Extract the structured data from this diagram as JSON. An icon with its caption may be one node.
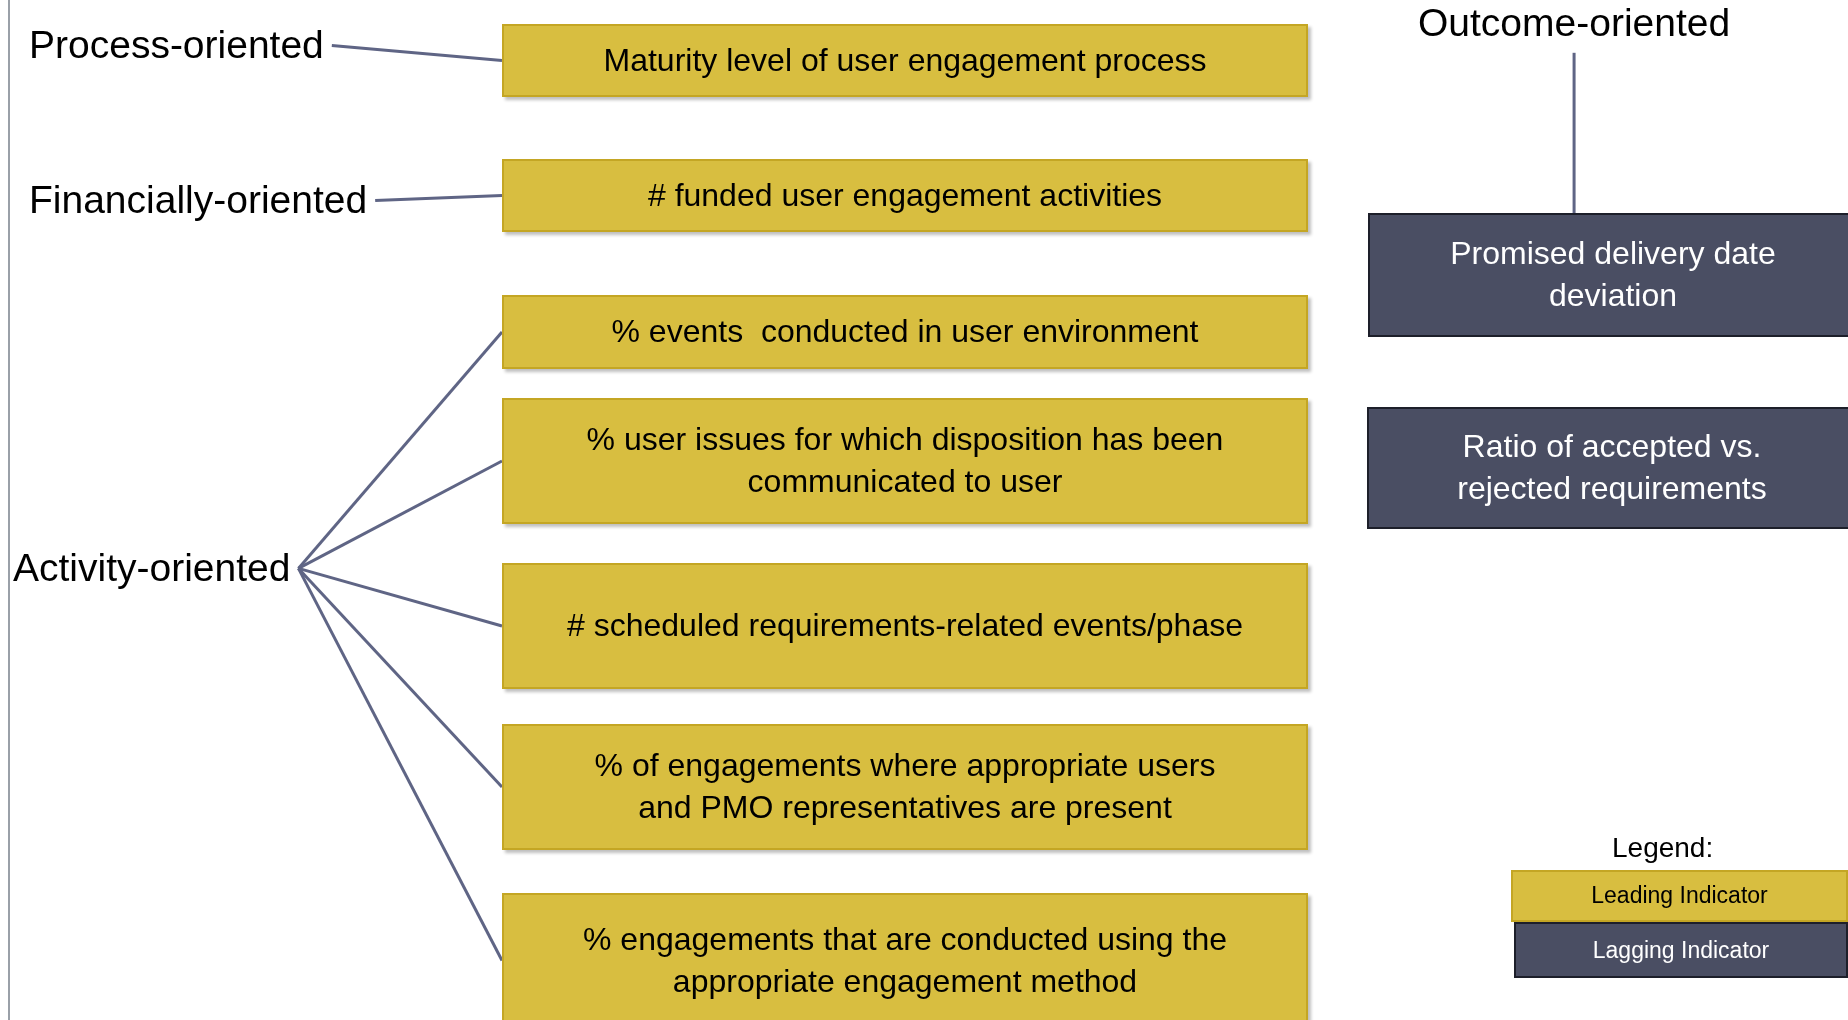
{
  "diagram": {
    "nodes": [
      {
        "text": [
          "Process-oriented"
        ]
      },
      {
        "text": [
          "Maturity level of user engagement process"
        ]
      },
      {
        "text": [
          "Financially-oriented"
        ]
      },
      {
        "text": [
          "# funded user engagement activities"
        ]
      },
      {
        "text": [
          "Activity-oriented"
        ]
      },
      {
        "text": [
          "% events  conducted in user environment"
        ]
      },
      {
        "text": [
          "% user issues for which disposition has been communicated to user"
        ]
      },
      {
        "text": [
          "# scheduled requirements-related events/phase"
        ]
      },
      {
        "text": [
          "% of engagements where appropriate users and PMO representatives are present"
        ]
      },
      {
        "text": [
          "% engagements that are conducted using the appropriate engagement method"
        ]
      },
      {
        "text": [
          "Outcome-oriented"
        ]
      },
      {
        "text": [
          "Promised delivery date deviation"
        ]
      },
      {
        "text": [
          "Ratio of accepted vs. rejected requirements"
        ]
      }
    ],
    "edges": [
      {
        "from": 0,
        "to": 1,
        "arrow": "none"
      },
      {
        "from": 2,
        "to": 3,
        "arrow": "none"
      },
      {
        "from": 4,
        "to": 5,
        "arrow": "none"
      },
      {
        "from": 4,
        "to": 6,
        "arrow": "none"
      },
      {
        "from": 4,
        "to": 7,
        "arrow": "none"
      },
      {
        "from": 4,
        "to": 8,
        "arrow": "none"
      },
      {
        "from": 4,
        "to": 9,
        "arrow": "none"
      },
      {
        "from": 10,
        "to": 11,
        "arrow": "none"
      }
    ],
    "labels": [
      "Legend:"
    ],
    "legend": [
      {
        "text": "Leading Indicator",
        "color": "#d8be40"
      },
      {
        "text": "Lagging Indicator",
        "color": "#4a4e63"
      }
    ]
  }
}
